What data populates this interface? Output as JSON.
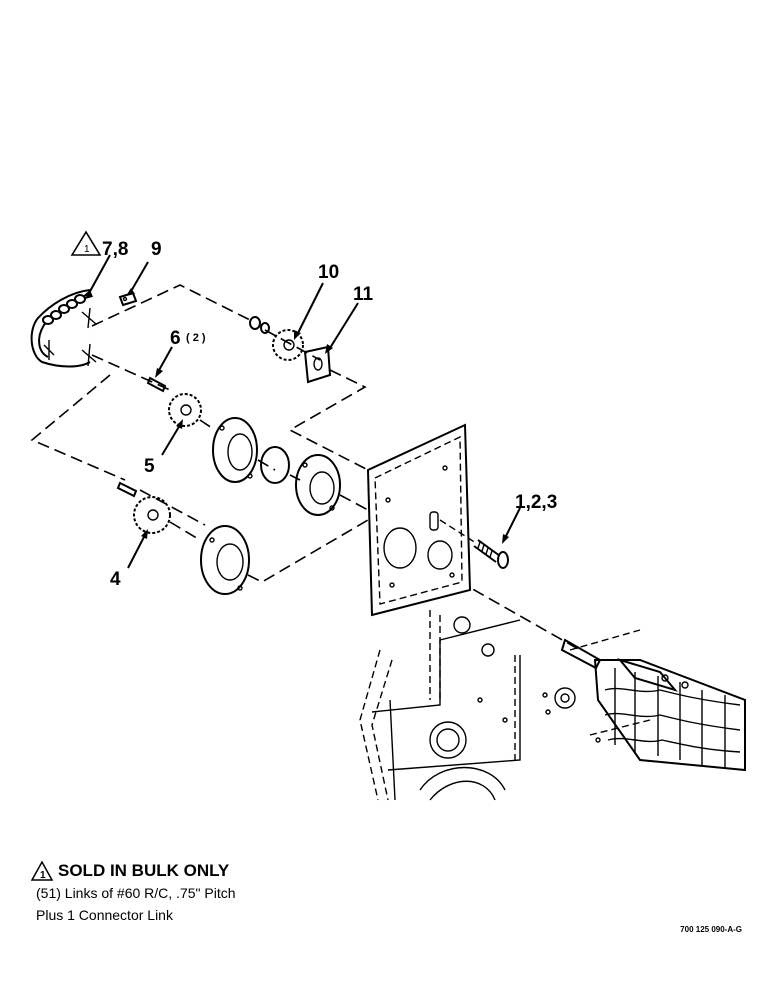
{
  "callouts": {
    "c78": "7,8",
    "c9": "9",
    "c10": "10",
    "c11": "11",
    "c6": "6",
    "c6_qty": "( 2 )",
    "c5": "5",
    "c4": "4",
    "c123": "1,2,3",
    "warning_num": "1"
  },
  "note": {
    "warning_num": "1",
    "title": "SOLD IN BULK ONLY",
    "line1": "(51) Links of #60 R/C, .75\" Pitch",
    "line2": "Plus 1 Connector Link"
  },
  "drawing_ref": "700 125 090-A-G"
}
